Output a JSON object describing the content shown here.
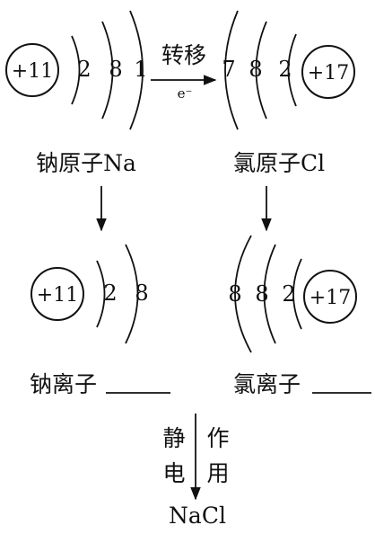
{
  "na_atom": {
    "nucleus": "+11",
    "shells": [
      "2",
      "8",
      "1"
    ],
    "label": "钠原子Na"
  },
  "cl_atom": {
    "nucleus": "+17",
    "shells": [
      "7",
      "8",
      "2"
    ],
    "label": "氯原子Cl"
  },
  "transfer": {
    "label": "转移",
    "electron": "e⁻"
  },
  "na_ion": {
    "nucleus": "+11",
    "shells": [
      "2",
      "8"
    ],
    "label": "钠离子"
  },
  "cl_ion": {
    "nucleus": "+17",
    "shells": [
      "8",
      "8",
      "2"
    ],
    "label": "氯离子"
  },
  "bond": {
    "chars": [
      "静",
      "电",
      "作",
      "用"
    ],
    "product": "NaCl"
  },
  "colors": {
    "ink": "#111111",
    "background": "#ffffff"
  }
}
